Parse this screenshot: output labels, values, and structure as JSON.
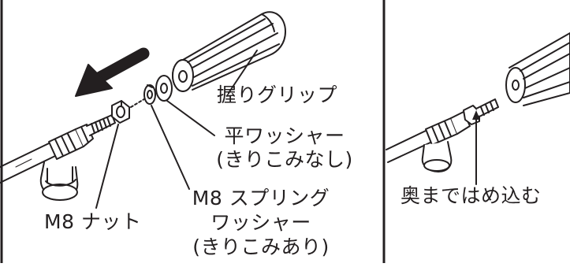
{
  "labels": {
    "grip": "握りグリップ",
    "flat_washer_line1": "平ワッシャー",
    "flat_washer_line2": "(きりこみなし)",
    "spring_washer_line1": "M8 スプリング",
    "spring_washer_line2": "ワッシャー",
    "spring_washer_line3": "(きりこみあり)",
    "nut": "M8 ナット",
    "insert": "奥まではめ込む"
  },
  "colors": {
    "ink": "#231f20",
    "paper": "#ffffff"
  },
  "icons": {
    "direction_arrow": "arrow-left-down-icon",
    "insert_arrow": "arrow-up-icon"
  }
}
